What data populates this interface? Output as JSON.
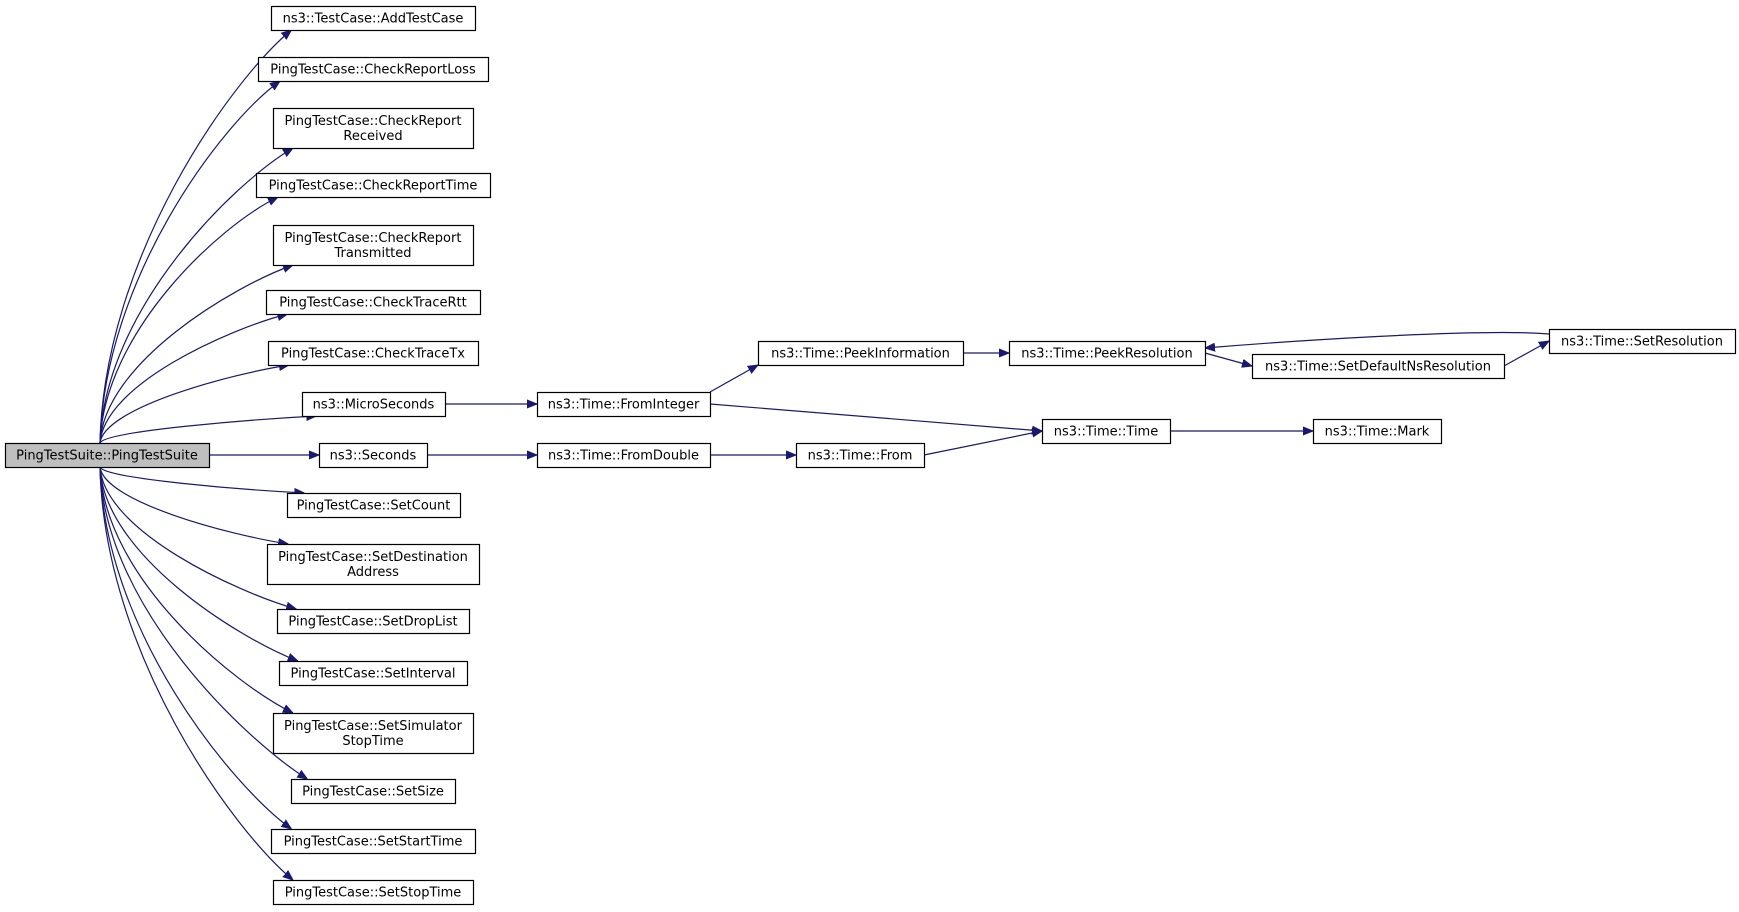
{
  "diagram_type": "doxygen call graph",
  "colors": {
    "edge": "#191970",
    "node_border": "#000000",
    "root_fill": "#bfbfbf",
    "node_fill": "#ffffff"
  },
  "nodes": [
    {
      "id": "root",
      "lines": [
        "PingTestSuite::PingTestSuite"
      ],
      "root": true
    },
    {
      "id": "addtestcase",
      "lines": [
        "ns3::TestCase::AddTestCase"
      ]
    },
    {
      "id": "checkreportloss",
      "lines": [
        "PingTestCase::CheckReportLoss"
      ]
    },
    {
      "id": "checkreportreceived",
      "lines": [
        "PingTestCase::CheckReport",
        "Received"
      ]
    },
    {
      "id": "checkreporttime",
      "lines": [
        "PingTestCase::CheckReportTime"
      ]
    },
    {
      "id": "checkreporttransmitted",
      "lines": [
        "PingTestCase::CheckReport",
        "Transmitted"
      ]
    },
    {
      "id": "checktracertt",
      "lines": [
        "PingTestCase::CheckTraceRtt"
      ]
    },
    {
      "id": "checktracetx",
      "lines": [
        "PingTestCase::CheckTraceTx"
      ]
    },
    {
      "id": "microseconds",
      "lines": [
        "ns3::MicroSeconds"
      ]
    },
    {
      "id": "seconds",
      "lines": [
        "ns3::Seconds"
      ]
    },
    {
      "id": "setcount",
      "lines": [
        "PingTestCase::SetCount"
      ]
    },
    {
      "id": "setdestinationaddress",
      "lines": [
        "PingTestCase::SetDestination",
        "Address"
      ]
    },
    {
      "id": "setdroplist",
      "lines": [
        "PingTestCase::SetDropList"
      ]
    },
    {
      "id": "setinterval",
      "lines": [
        "PingTestCase::SetInterval"
      ]
    },
    {
      "id": "setsimulatorstoptime",
      "lines": [
        "PingTestCase::SetSimulator",
        "StopTime"
      ]
    },
    {
      "id": "setsize",
      "lines": [
        "PingTestCase::SetSize"
      ]
    },
    {
      "id": "setstarttime",
      "lines": [
        "PingTestCase::SetStartTime"
      ]
    },
    {
      "id": "setstoptime",
      "lines": [
        "PingTestCase::SetStopTime"
      ]
    },
    {
      "id": "frominteger",
      "lines": [
        "ns3::Time::FromInteger"
      ]
    },
    {
      "id": "fromdouble",
      "lines": [
        "ns3::Time::FromDouble"
      ]
    },
    {
      "id": "peekinformation",
      "lines": [
        "ns3::Time::PeekInformation"
      ]
    },
    {
      "id": "from",
      "lines": [
        "ns3::Time::From"
      ]
    },
    {
      "id": "peekresolution",
      "lines": [
        "ns3::Time::PeekResolution"
      ]
    },
    {
      "id": "time",
      "lines": [
        "ns3::Time::Time"
      ]
    },
    {
      "id": "setdefaultnsresolution",
      "lines": [
        "ns3::Time::SetDefaultNsResolution"
      ]
    },
    {
      "id": "mark",
      "lines": [
        "ns3::Time::Mark"
      ]
    },
    {
      "id": "setresolution",
      "lines": [
        "ns3::Time::SetResolution"
      ]
    }
  ],
  "edges": [
    {
      "from": "root",
      "to": "addtestcase"
    },
    {
      "from": "root",
      "to": "checkreportloss"
    },
    {
      "from": "root",
      "to": "checkreportreceived"
    },
    {
      "from": "root",
      "to": "checkreporttime"
    },
    {
      "from": "root",
      "to": "checkreporttransmitted"
    },
    {
      "from": "root",
      "to": "checktracertt"
    },
    {
      "from": "root",
      "to": "checktracetx"
    },
    {
      "from": "root",
      "to": "microseconds"
    },
    {
      "from": "root",
      "to": "seconds"
    },
    {
      "from": "root",
      "to": "setcount"
    },
    {
      "from": "root",
      "to": "setdestinationaddress"
    },
    {
      "from": "root",
      "to": "setdroplist"
    },
    {
      "from": "root",
      "to": "setinterval"
    },
    {
      "from": "root",
      "to": "setsimulatorstoptime"
    },
    {
      "from": "root",
      "to": "setsize"
    },
    {
      "from": "root",
      "to": "setstarttime"
    },
    {
      "from": "root",
      "to": "setstoptime"
    },
    {
      "from": "microseconds",
      "to": "frominteger"
    },
    {
      "from": "seconds",
      "to": "fromdouble"
    },
    {
      "from": "frominteger",
      "to": "peekinformation"
    },
    {
      "from": "frominteger",
      "to": "time"
    },
    {
      "from": "fromdouble",
      "to": "from"
    },
    {
      "from": "peekinformation",
      "to": "peekresolution"
    },
    {
      "from": "from",
      "to": "time"
    },
    {
      "from": "peekresolution",
      "to": "setdefaultnsresolution"
    },
    {
      "from": "time",
      "to": "mark"
    },
    {
      "from": "setdefaultnsresolution",
      "to": "setresolution"
    },
    {
      "from": "setresolution",
      "to": "peekresolution"
    }
  ]
}
